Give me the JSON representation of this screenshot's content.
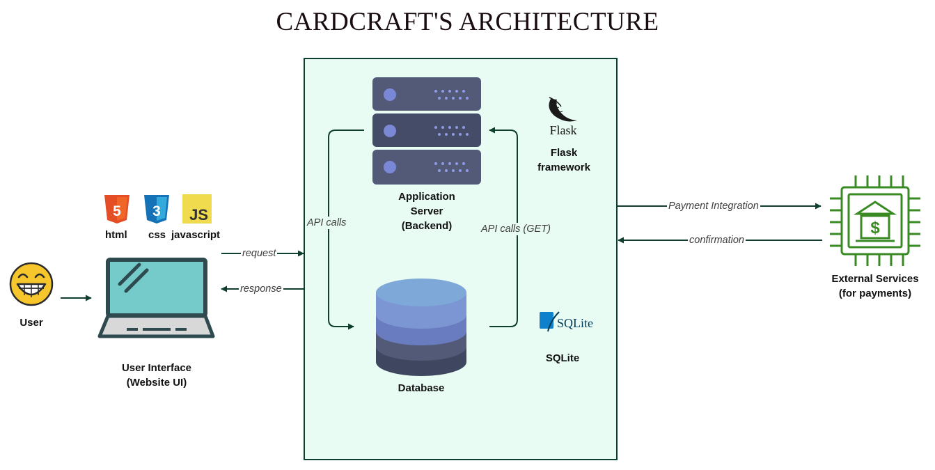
{
  "title": "CARDCRAFT'S ARCHITECTURE",
  "nodes": {
    "user": "User",
    "ui_line1": "User Interface",
    "ui_line2": "(Website UI)",
    "server_line1": "Application",
    "server_line2": "Server",
    "server_line3": "(Backend)",
    "flask_line1": "Flask",
    "flask_line2": "framework",
    "database": "Database",
    "sqlite": "SQLite",
    "external_line1": "External Services",
    "external_line2": "(for payments)"
  },
  "tech_labels": {
    "html": "html",
    "css": "css",
    "javascript": "javascript"
  },
  "logos": {
    "html5_badge": "5",
    "css3_badge": "3",
    "js_badge": "JS",
    "flask_word": "Flask",
    "sqlite_word": "SQLite"
  },
  "edges": {
    "request": "request",
    "response": "response",
    "api_calls": "API calls",
    "api_calls_get": "API calls (GET)",
    "payment_integration": "Payment Integration",
    "confirmation": "confirmation"
  },
  "icons": {
    "user": "grinning-face-icon",
    "ui": "laptop-icon",
    "server": "server-stack-icon",
    "database": "database-cylinder-icon",
    "external": "bank-chip-icon",
    "html5": "html5-logo-icon",
    "css3": "css3-logo-icon",
    "javascript": "javascript-logo-icon",
    "flask": "flask-logo-icon",
    "sqlite": "sqlite-logo-icon"
  },
  "colors": {
    "container_fill": "#e8fcf4",
    "container_border": "#0f3d2e",
    "arrow": "#0f3d2e",
    "server": "#525a78",
    "server_dot": "#7b88d6",
    "db_top": "#7ea8d8",
    "db_mid": "#6a7cc0",
    "db_low": "#525a78",
    "db_bottom": "#3f4660",
    "laptop_screen": "#74cbc9",
    "laptop_frame": "#2f4a4f",
    "chip_green": "#3a8a24",
    "html5_orange": "#e44d26",
    "css3_blue": "#1572b6",
    "js_yellow": "#f0db4f",
    "emoji_yellow": "#f7c62d"
  }
}
